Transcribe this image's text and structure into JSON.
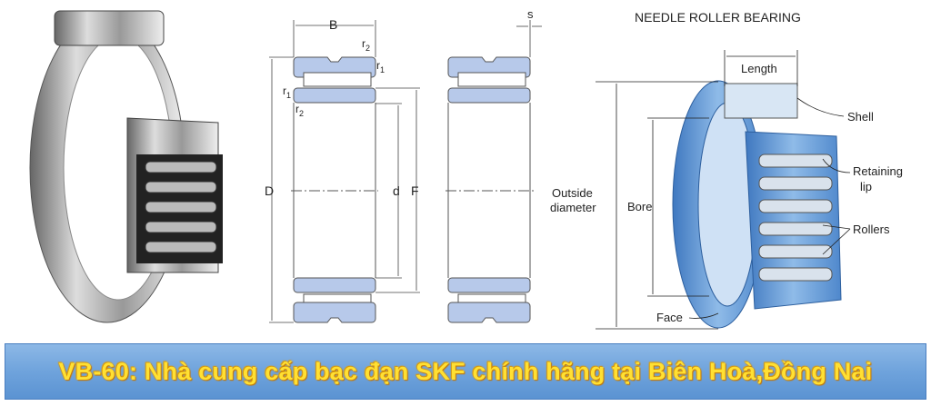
{
  "drawing": {
    "labels": {
      "B": "B",
      "r2_top": "r",
      "r1_top": "r",
      "r1_left": "r",
      "r2_left": "r",
      "sub1": "1",
      "sub2": "2",
      "D": "D",
      "d": "d",
      "F": "F",
      "s": "s"
    }
  },
  "diagram": {
    "title": "NEEDLE ROLLER BEARING",
    "length": "Length",
    "outside_line1": "Outside",
    "outside_line2": "diameter",
    "bore": "Bore",
    "shell": "Shell",
    "retaining_line1": "Retaining",
    "retaining_line2": "lip",
    "rollers": "Rollers",
    "face": "Face"
  },
  "banner": {
    "text": "VB-60: Nhà cung cấp bạc đạn SKF chính hãng tại Biên Hoà,Đồng Nai"
  },
  "colors": {
    "section_fill": "#b7c9ea",
    "banner_bg": "#6fa3dc",
    "banner_text": "#ffe033",
    "bearing_blue": "#6aa0d8"
  }
}
